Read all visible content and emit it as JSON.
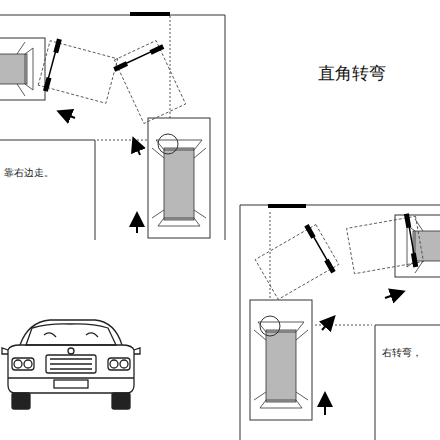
{
  "diagram": {
    "title": "直角转弯",
    "labels": [
      "靠右边走。",
      "右转弯，"
    ]
  }
}
